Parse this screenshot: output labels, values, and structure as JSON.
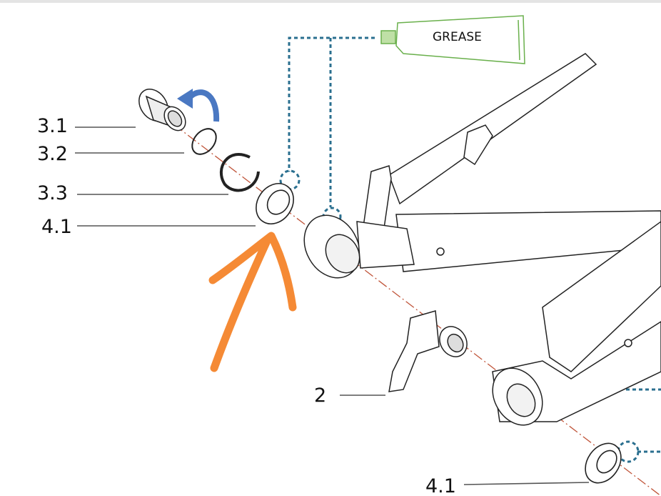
{
  "labels": {
    "l31": "3.1",
    "l32": "3.2",
    "l33": "3.3",
    "l41_top": "4.1",
    "l2": "2",
    "l41_bottom": "4.1"
  },
  "grease_tube": {
    "text": "GREASE"
  },
  "colors": {
    "grease_outline": "#6ab04c",
    "grease_dots": "#2a6f8f",
    "axis_line": "#c0553a",
    "rotate_arrow": "#4a78c2",
    "annotation_arrow": "#f58a35",
    "line_art": "#222222"
  }
}
